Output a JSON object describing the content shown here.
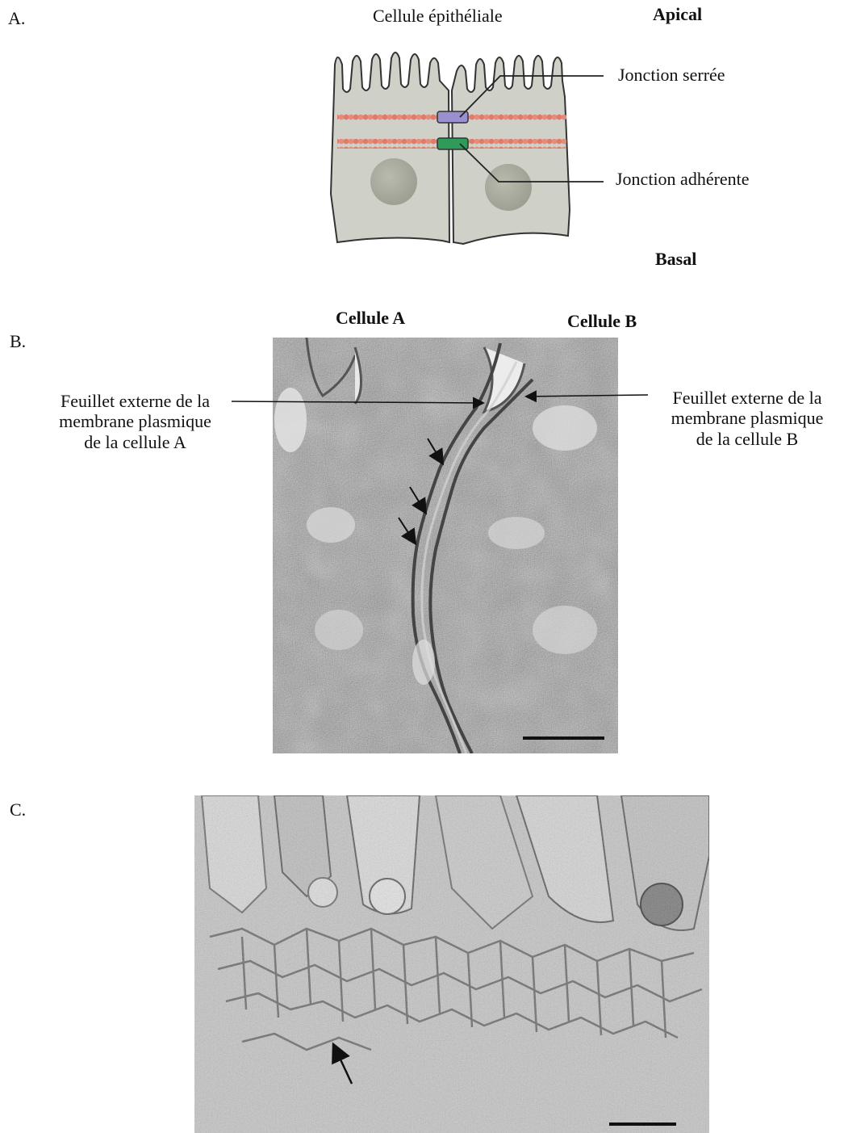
{
  "panel_a": {
    "letter": "A.",
    "title": "Cellule épithéliale",
    "apical": "Apical",
    "basal": "Basal",
    "tight_junction": "Jonction serrée",
    "adherens_junction": "Jonction adhérente",
    "colors": {
      "cytoplasm": "#cfd0c8",
      "actin": "#e88a7a",
      "tight": "#9a90d0",
      "adherens": "#2f9a5a",
      "nucleus": "#a8ab9e"
    }
  },
  "panel_b": {
    "letter": "B.",
    "cell_a": "Cellule A",
    "cell_b": "Cellule B",
    "label_left": [
      "Feuillet externe de la",
      "membrane plasmique",
      "de la cellule A"
    ],
    "label_right": [
      "Feuillet externe de la",
      "membrane plasmique",
      "de la cellule B"
    ]
  },
  "panel_c": {
    "letter": "C."
  }
}
